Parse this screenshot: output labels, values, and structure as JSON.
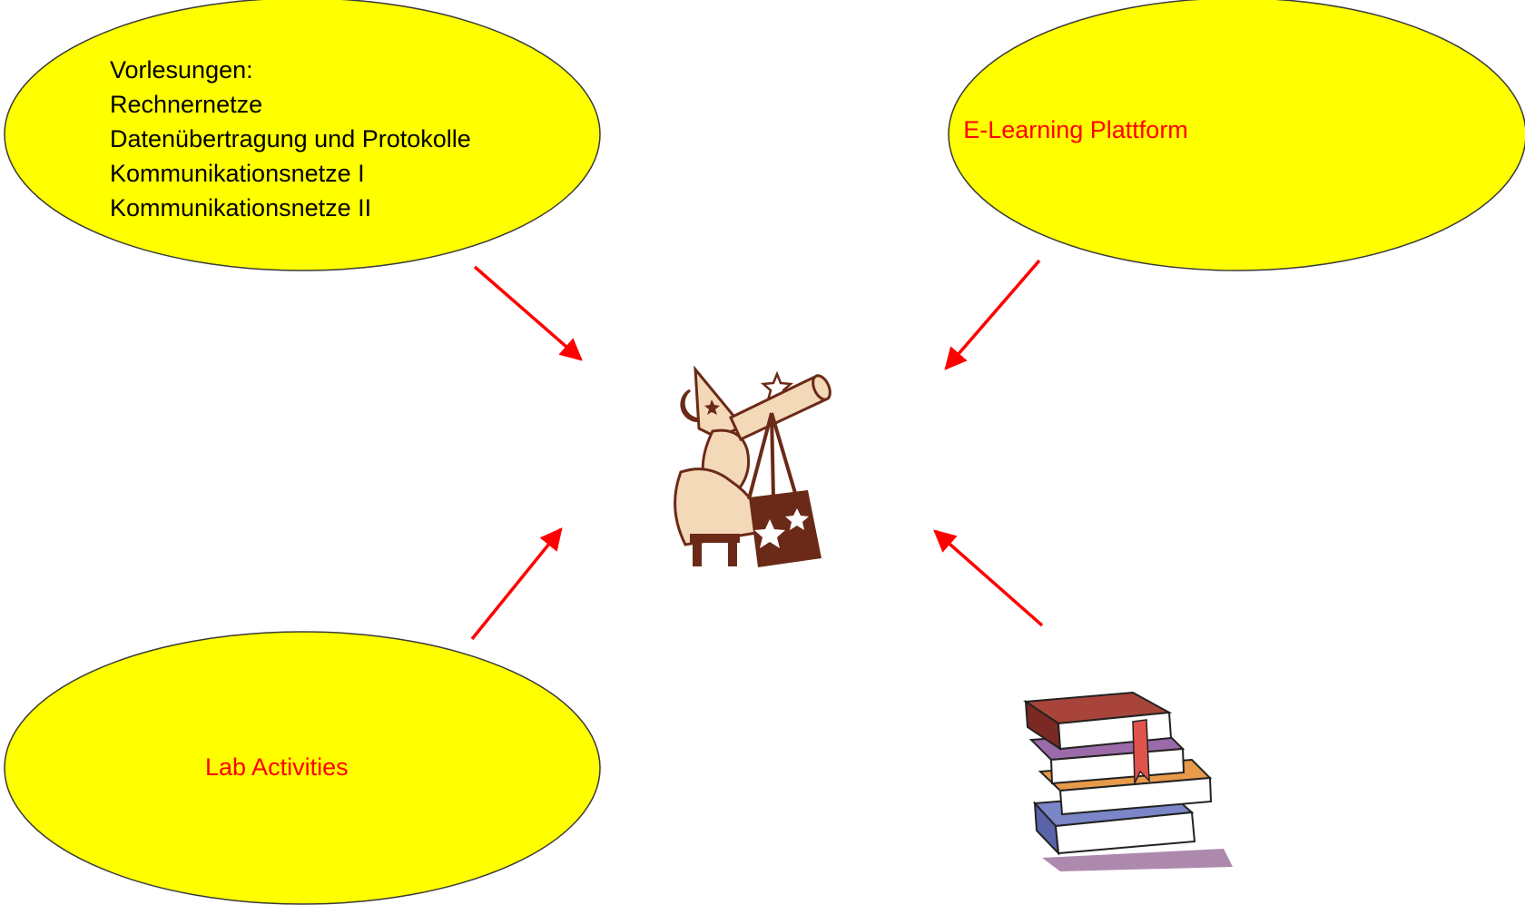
{
  "colors": {
    "bubble_fill": "#ffff00",
    "bubble_stroke": "#3a3a3a",
    "arrow": "#ff0000",
    "lecture_text": "#000000",
    "label_text": "#ff0000"
  },
  "bubbles": {
    "lectures": {
      "lines": [
        "Vorlesungen:",
        "Rechnernetze",
        "Datenübertragung und Protokolle",
        "Kommunikationsnetze I",
        "Kommunikationsnetze II"
      ]
    },
    "elearning": {
      "label": "E-Learning Plattform"
    },
    "lab": {
      "label": "Lab Activities"
    }
  },
  "icons": {
    "center": "astronomer-wizard-telescope-icon",
    "books": "book-stack-icon"
  }
}
